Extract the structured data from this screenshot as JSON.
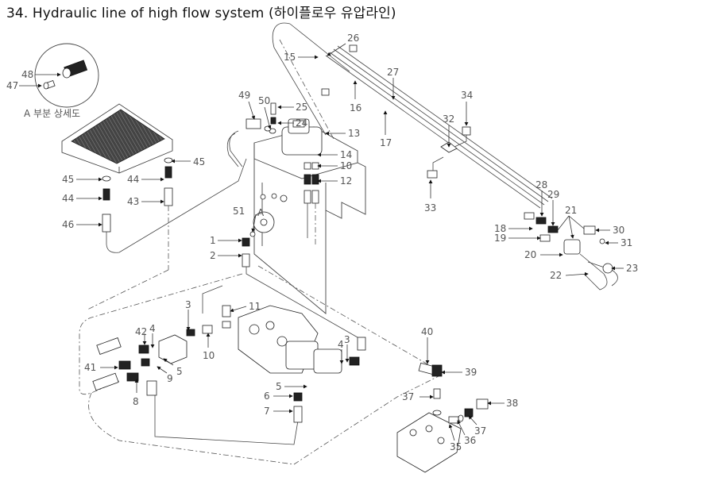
{
  "title": "34. Hydraulic line of high flow system (하이플로우 유압라인)",
  "detail_caption": "A 부분 상세도",
  "detail_marker": "A",
  "callouts": [
    {
      "id": "1",
      "label": "1"
    },
    {
      "id": "2",
      "label": "2"
    },
    {
      "id": "3a",
      "label": "3"
    },
    {
      "id": "3b",
      "label": "3"
    },
    {
      "id": "4a",
      "label": "4"
    },
    {
      "id": "4b",
      "label": "4"
    },
    {
      "id": "5a",
      "label": "5"
    },
    {
      "id": "5b",
      "label": "5"
    },
    {
      "id": "6",
      "label": "6"
    },
    {
      "id": "7",
      "label": "7"
    },
    {
      "id": "8",
      "label": "8"
    },
    {
      "id": "9",
      "label": "9"
    },
    {
      "id": "10a",
      "label": "10"
    },
    {
      "id": "10b",
      "label": "10"
    },
    {
      "id": "11",
      "label": "11"
    },
    {
      "id": "12",
      "label": "12"
    },
    {
      "id": "13",
      "label": "13"
    },
    {
      "id": "14",
      "label": "14"
    },
    {
      "id": "15",
      "label": "15"
    },
    {
      "id": "16",
      "label": "16"
    },
    {
      "id": "17",
      "label": "17"
    },
    {
      "id": "18",
      "label": "18"
    },
    {
      "id": "19",
      "label": "19"
    },
    {
      "id": "20",
      "label": "20"
    },
    {
      "id": "21",
      "label": "21"
    },
    {
      "id": "22",
      "label": "22"
    },
    {
      "id": "23",
      "label": "23"
    },
    {
      "id": "24",
      "label": "24"
    },
    {
      "id": "25",
      "label": "25"
    },
    {
      "id": "26",
      "label": "26"
    },
    {
      "id": "27",
      "label": "27"
    },
    {
      "id": "28",
      "label": "28"
    },
    {
      "id": "29",
      "label": "29"
    },
    {
      "id": "30",
      "label": "30"
    },
    {
      "id": "31",
      "label": "31"
    },
    {
      "id": "32",
      "label": "32"
    },
    {
      "id": "33",
      "label": "33"
    },
    {
      "id": "34",
      "label": "34"
    },
    {
      "id": "35",
      "label": "35"
    },
    {
      "id": "36",
      "label": "36"
    },
    {
      "id": "37a",
      "label": "37"
    },
    {
      "id": "37b",
      "label": "37"
    },
    {
      "id": "38",
      "label": "38"
    },
    {
      "id": "39",
      "label": "39"
    },
    {
      "id": "40",
      "label": "40"
    },
    {
      "id": "41",
      "label": "41"
    },
    {
      "id": "42",
      "label": "42"
    },
    {
      "id": "43",
      "label": "43"
    },
    {
      "id": "44a",
      "label": "44"
    },
    {
      "id": "44b",
      "label": "44"
    },
    {
      "id": "45a",
      "label": "45"
    },
    {
      "id": "45b",
      "label": "45"
    },
    {
      "id": "46",
      "label": "46"
    },
    {
      "id": "47",
      "label": "47"
    },
    {
      "id": "48",
      "label": "48"
    },
    {
      "id": "49",
      "label": "49"
    },
    {
      "id": "50",
      "label": "50"
    },
    {
      "id": "51",
      "label": "51"
    }
  ]
}
